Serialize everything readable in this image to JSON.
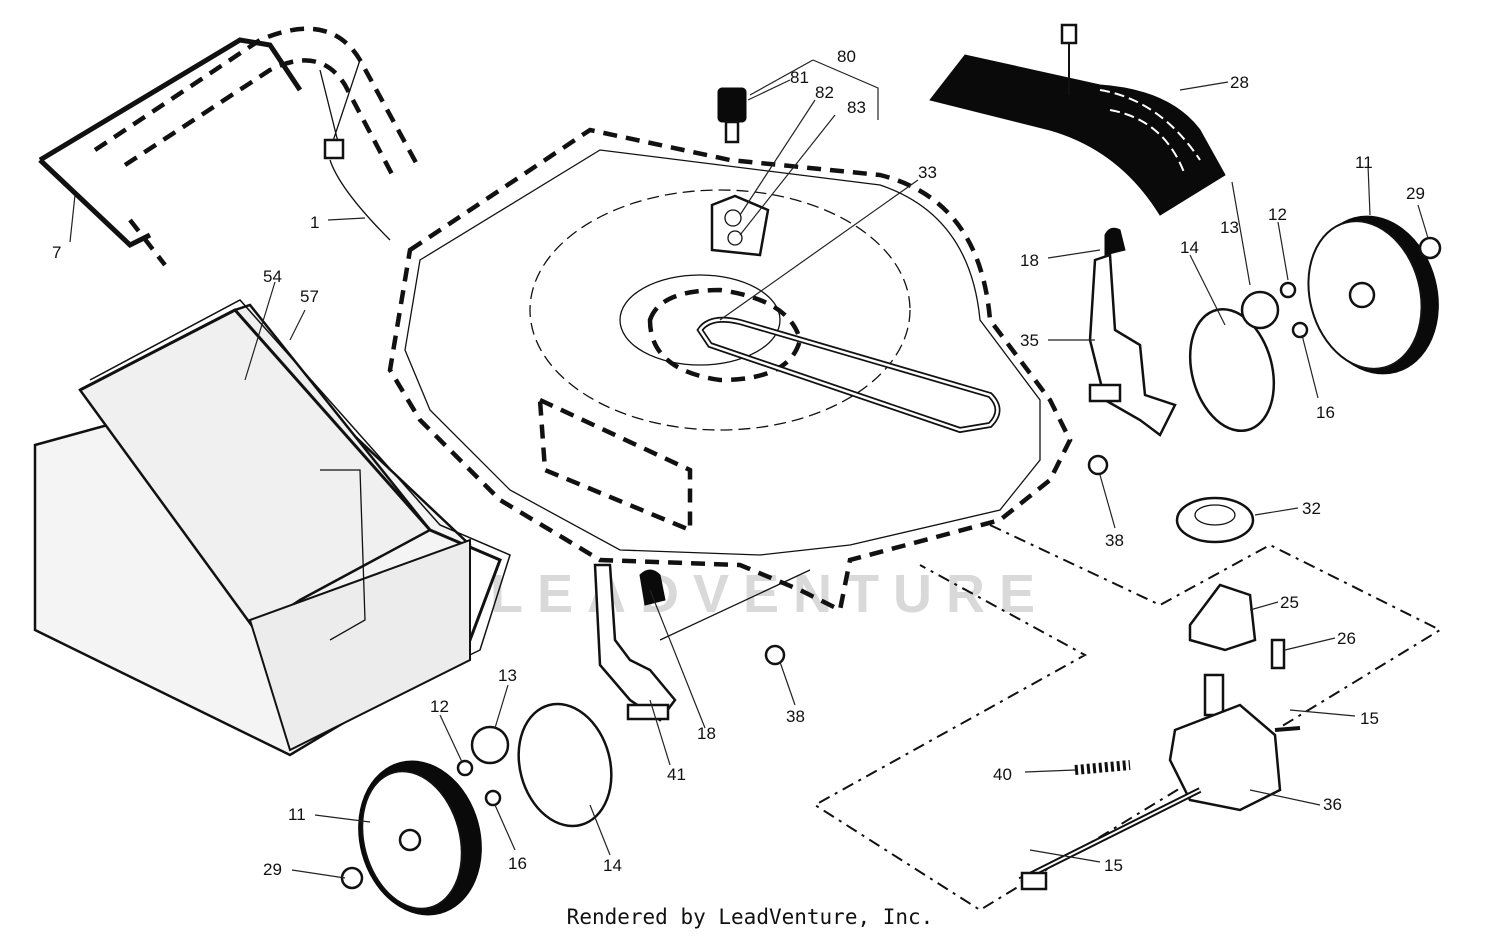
{
  "diagram": {
    "footer": "Rendered by LeadVenture, Inc.",
    "watermark": "LEADVENTURE",
    "callouts": [
      "80",
      "81",
      "82",
      "83",
      "28",
      "33",
      "7",
      "1",
      "18",
      "35",
      "13",
      "12",
      "11",
      "29",
      "14",
      "16",
      "54",
      "57",
      "38",
      "32",
      "25",
      "26",
      "15",
      "40",
      "36",
      "41",
      "18",
      "38",
      "13",
      "12",
      "14",
      "11",
      "16",
      "29",
      "15"
    ]
  }
}
